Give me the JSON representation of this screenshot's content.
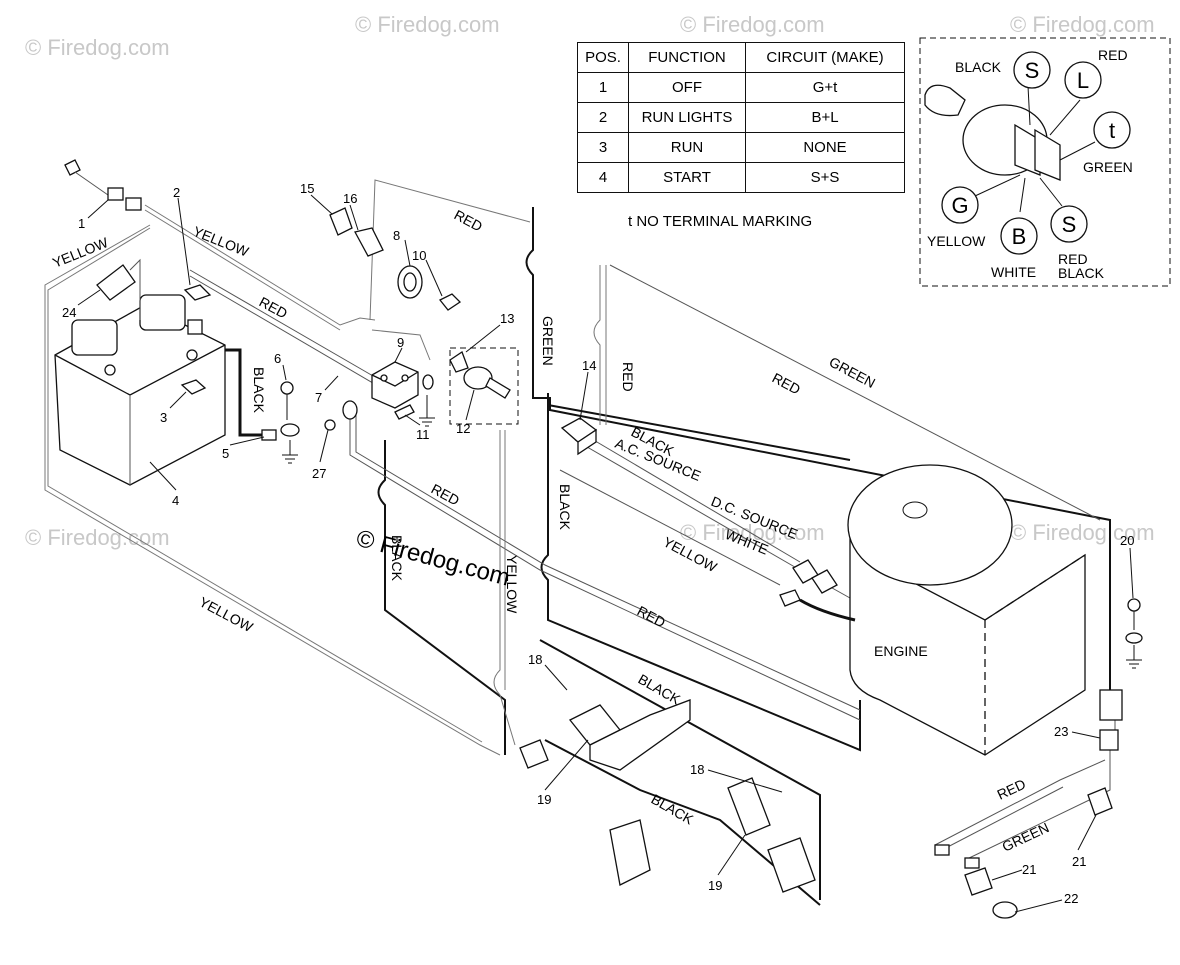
{
  "watermarks": [
    "© Firedog.com",
    "© Firedog.com",
    "© Firedog.com",
    "© Firedog.com",
    "© Firedog.com",
    "© Firedog.com",
    "© Firedog.com"
  ],
  "center_watermark": "© Firedog.com",
  "switch_chart": {
    "headers": [
      "POS.",
      "FUNCTION",
      "CIRCUIT (MAKE)"
    ],
    "rows": [
      [
        "1",
        "OFF",
        "G+t"
      ],
      [
        "2",
        "RUN LIGHTS",
        "B+L"
      ],
      [
        "3",
        "RUN",
        "NONE"
      ],
      [
        "4",
        "START",
        "S+S"
      ]
    ],
    "note": "t  NO TERMINAL MARKING"
  },
  "switch_detail": {
    "terminals": [
      "S",
      "L",
      "t",
      "G",
      "B",
      "S"
    ],
    "labels": [
      "BLACK",
      "RED",
      "GREEN",
      "YELLOW",
      "WHITE",
      "RED",
      "BLACK"
    ]
  },
  "wire_labels": {
    "yellow_1": "YELLOW",
    "yellow_2": "YELLOW",
    "yellow_3": "YELLOW",
    "yellow_4": "YELLOW",
    "yellow_5": "YELLOW",
    "red_1": "RED",
    "red_2": "RED",
    "red_3": "RED",
    "red_4": "RED",
    "red_5": "RED",
    "red_6": "RED",
    "red_7": "RED",
    "green_1": "GREEN",
    "green_2": "GREEN",
    "green_3": "GREEN",
    "black_1": "BLACK",
    "black_2": "BLACK",
    "black_3": "BLACK",
    "black_4": "BLACK",
    "black_5": "BLACK",
    "black_6": "BLACK",
    "ac_source": "A.C. SOURCE",
    "dc_source": "D.C. SOURCE",
    "white": "WHITE"
  },
  "engine_label": "ENGINE",
  "part_numbers": [
    "1",
    "2",
    "3",
    "4",
    "5",
    "6",
    "7",
    "8",
    "9",
    "10",
    "11",
    "12",
    "13",
    "14",
    "15",
    "16",
    "18",
    "18",
    "19",
    "19",
    "20",
    "21",
    "21",
    "22",
    "23",
    "24",
    "27"
  ]
}
